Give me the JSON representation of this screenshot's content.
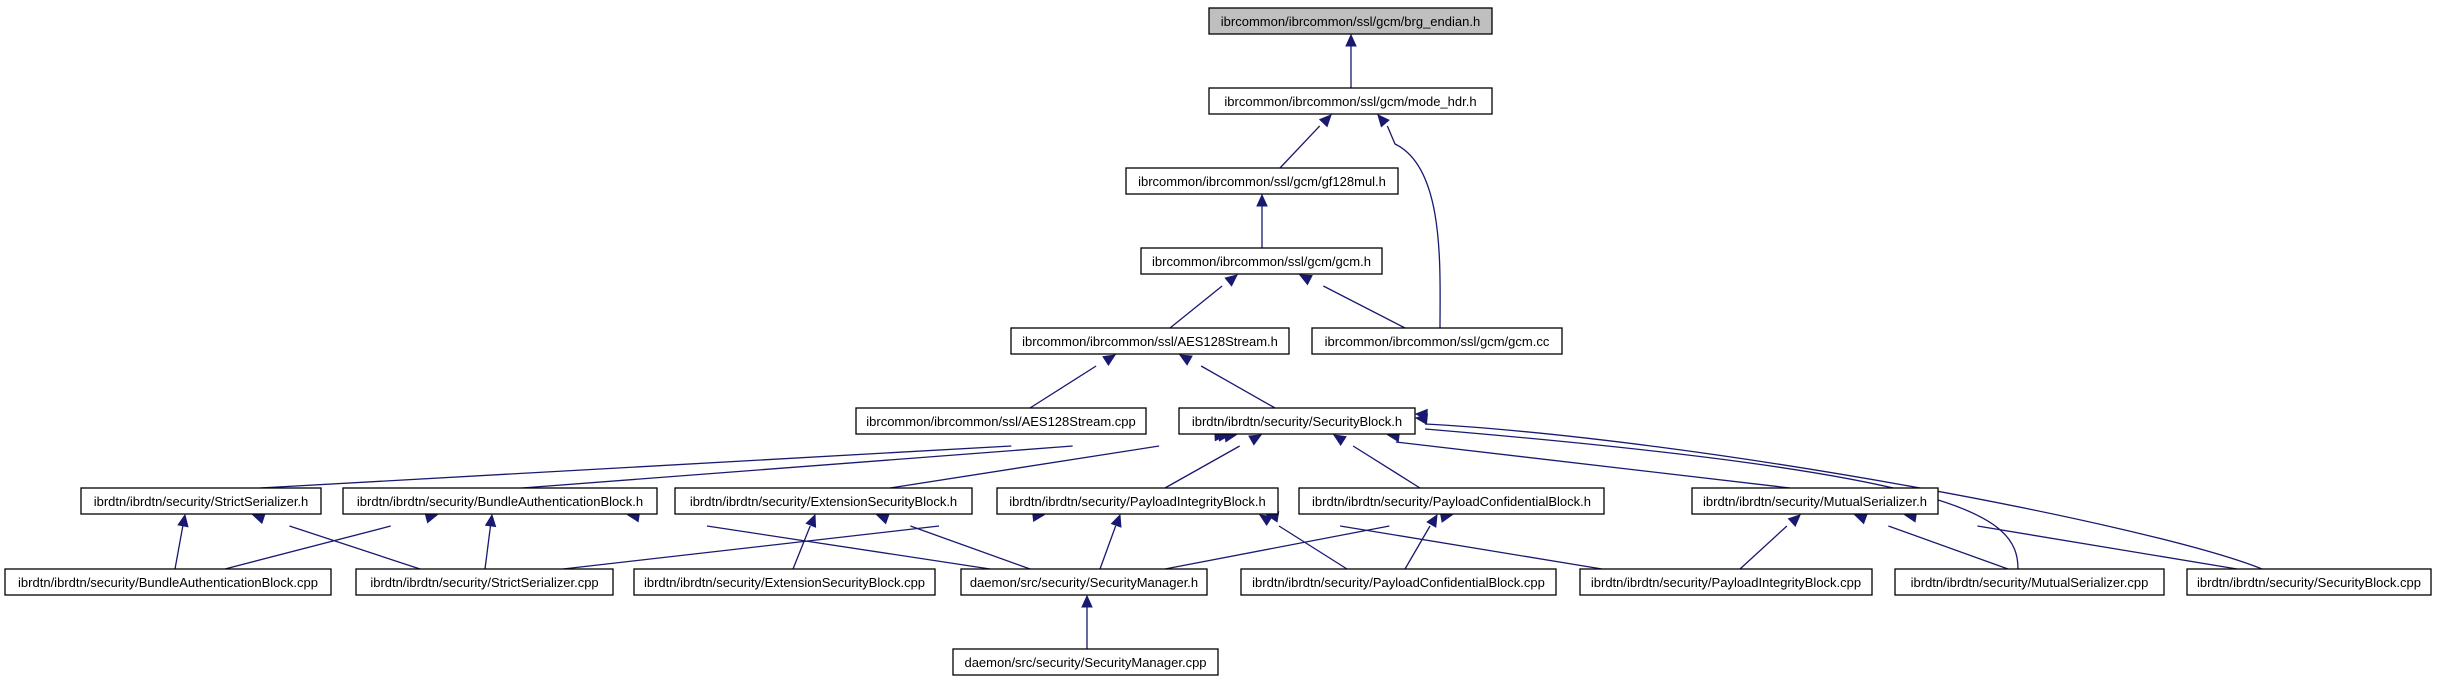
{
  "graph": {
    "nodes": [
      {
        "id": "n0",
        "label": "ibrcommon/ibrcommon/ssl/gcm/brg_endian.h"
      },
      {
        "id": "n1",
        "label": "ibrcommon/ibrcommon/ssl/gcm/mode_hdr.h"
      },
      {
        "id": "n2",
        "label": "ibrcommon/ibrcommon/ssl/gcm/gf128mul.h"
      },
      {
        "id": "n3",
        "label": "ibrcommon/ibrcommon/ssl/gcm/gcm.h"
      },
      {
        "id": "n4",
        "label": "ibrcommon/ibrcommon/ssl/AES128Stream.h"
      },
      {
        "id": "n5",
        "label": "ibrcommon/ibrcommon/ssl/gcm/gcm.cc"
      },
      {
        "id": "n6",
        "label": "ibrcommon/ibrcommon/ssl/AES128Stream.cpp"
      },
      {
        "id": "n7",
        "label": "ibrdtn/ibrdtn/security/SecurityBlock.h"
      },
      {
        "id": "n8",
        "label": "ibrdtn/ibrdtn/security/StrictSerializer.h"
      },
      {
        "id": "n9",
        "label": "ibrdtn/ibrdtn/security/BundleAuthenticationBlock.h"
      },
      {
        "id": "n10",
        "label": "ibrdtn/ibrdtn/security/ExtensionSecurityBlock.h"
      },
      {
        "id": "n11",
        "label": "ibrdtn/ibrdtn/security/PayloadIntegrityBlock.h"
      },
      {
        "id": "n12",
        "label": "ibrdtn/ibrdtn/security/PayloadConfidentialBlock.h"
      },
      {
        "id": "n13",
        "label": "ibrdtn/ibrdtn/security/MutualSerializer.h"
      },
      {
        "id": "n14",
        "label": "ibrdtn/ibrdtn/security/BundleAuthenticationBlock.cpp"
      },
      {
        "id": "n15",
        "label": "ibrdtn/ibrdtn/security/StrictSerializer.cpp"
      },
      {
        "id": "n16",
        "label": "ibrdtn/ibrdtn/security/ExtensionSecurityBlock.cpp"
      },
      {
        "id": "n17",
        "label": "daemon/src/security/SecurityManager.h"
      },
      {
        "id": "n18",
        "label": "ibrdtn/ibrdtn/security/PayloadConfidentialBlock.cpp"
      },
      {
        "id": "n19",
        "label": "ibrdtn/ibrdtn/security/PayloadIntegrityBlock.cpp"
      },
      {
        "id": "n20",
        "label": "ibrdtn/ibrdtn/security/MutualSerializer.cpp"
      },
      {
        "id": "n21",
        "label": "ibrdtn/ibrdtn/security/SecurityBlock.cpp"
      },
      {
        "id": "n22",
        "label": "daemon/src/security/SecurityManager.cpp"
      }
    ],
    "edges": [
      {
        "from": "n1",
        "to": "n0"
      },
      {
        "from": "n2",
        "to": "n1"
      },
      {
        "from": "n5",
        "to": "n1"
      },
      {
        "from": "n3",
        "to": "n2"
      },
      {
        "from": "n4",
        "to": "n3"
      },
      {
        "from": "n5",
        "to": "n3"
      },
      {
        "from": "n6",
        "to": "n4"
      },
      {
        "from": "n7",
        "to": "n4"
      },
      {
        "from": "n8",
        "to": "n7"
      },
      {
        "from": "n9",
        "to": "n7"
      },
      {
        "from": "n10",
        "to": "n7"
      },
      {
        "from": "n11",
        "to": "n7"
      },
      {
        "from": "n12",
        "to": "n7"
      },
      {
        "from": "n13",
        "to": "n7"
      },
      {
        "from": "n20",
        "to": "n7"
      },
      {
        "from": "n21",
        "to": "n7"
      },
      {
        "from": "n14",
        "to": "n8"
      },
      {
        "from": "n15",
        "to": "n8"
      },
      {
        "from": "n14",
        "to": "n9"
      },
      {
        "from": "n15",
        "to": "n9"
      },
      {
        "from": "n17",
        "to": "n9"
      },
      {
        "from": "n16",
        "to": "n10"
      },
      {
        "from": "n17",
        "to": "n10"
      },
      {
        "from": "n15",
        "to": "n11"
      },
      {
        "from": "n17",
        "to": "n11"
      },
      {
        "from": "n18",
        "to": "n11"
      },
      {
        "from": "n19",
        "to": "n11"
      },
      {
        "from": "n17",
        "to": "n12"
      },
      {
        "from": "n18",
        "to": "n12"
      },
      {
        "from": "n19",
        "to": "n13"
      },
      {
        "from": "n20",
        "to": "n13"
      },
      {
        "from": "n21",
        "to": "n13"
      },
      {
        "from": "n22",
        "to": "n17"
      }
    ],
    "colors": {
      "root_fill": "#bfbfbf",
      "node_fill": "#ffffff",
      "node_stroke": "#000000",
      "edge": "#191970"
    }
  }
}
